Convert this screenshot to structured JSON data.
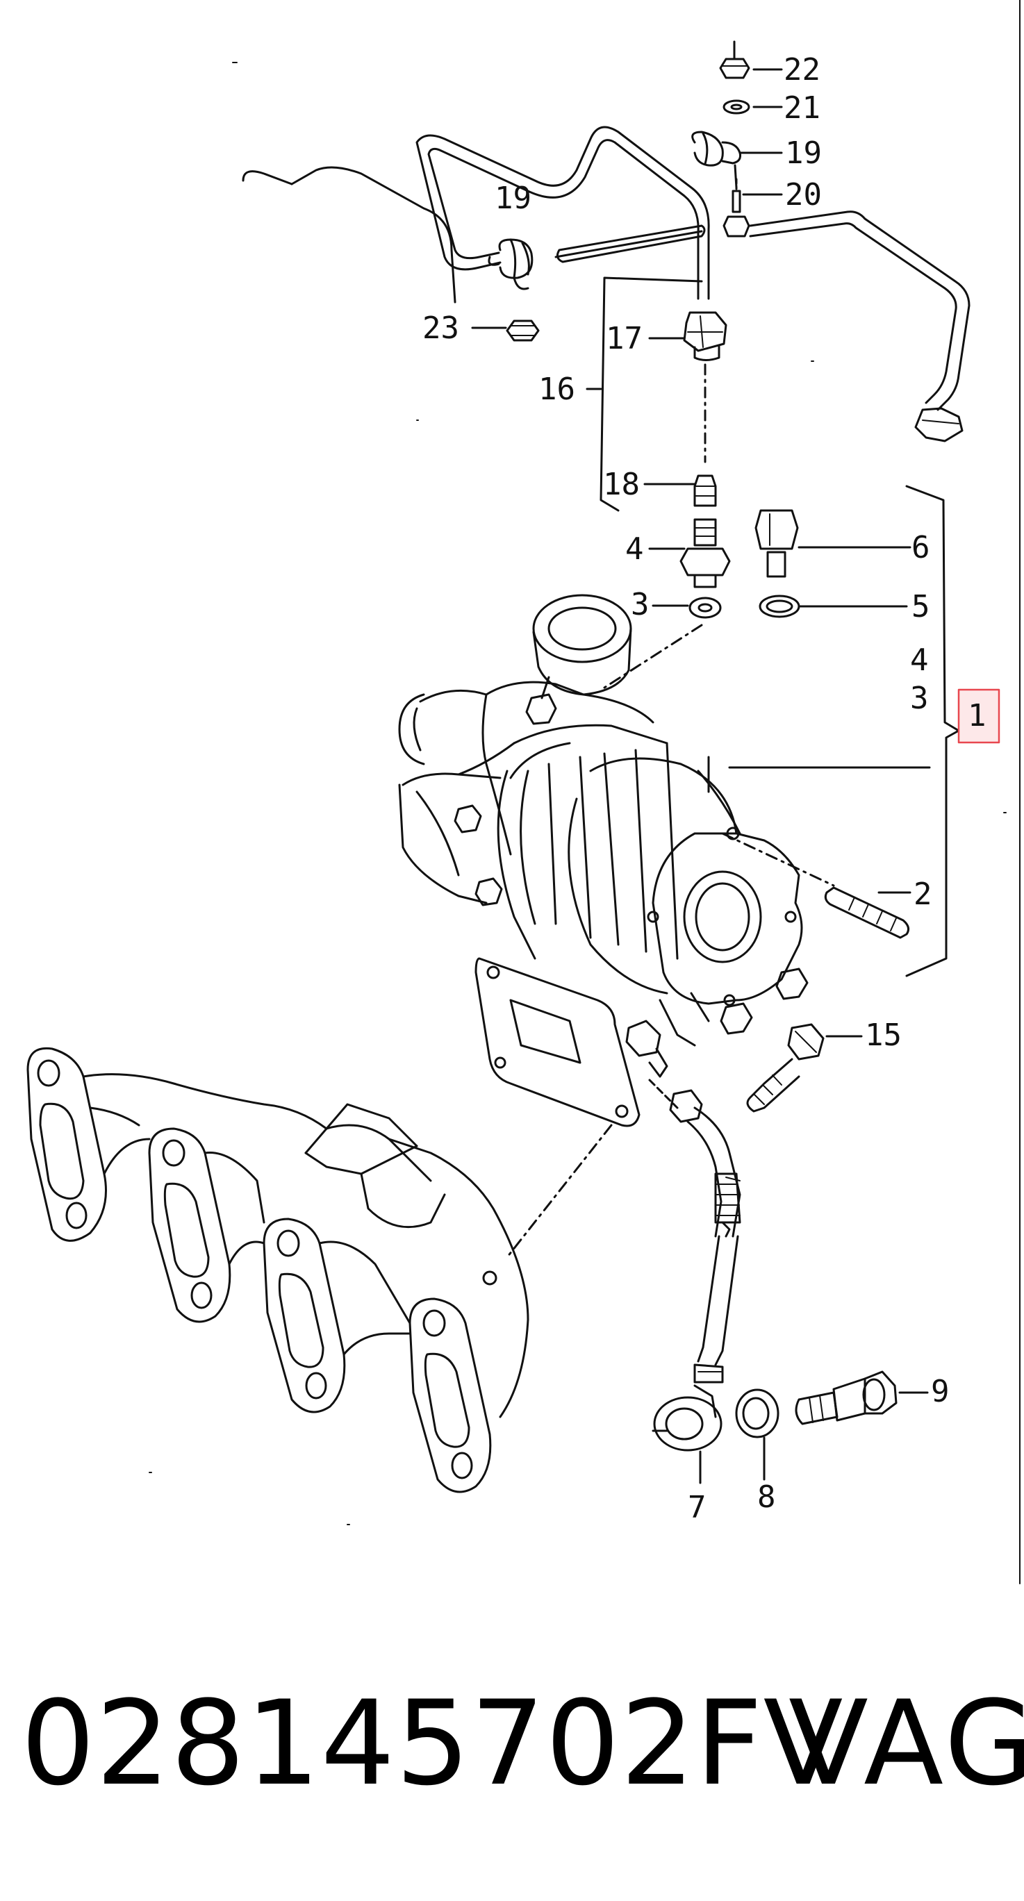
{
  "diagram": {
    "callouts": {
      "c22": "22",
      "c21": "21",
      "c19a": "19",
      "c20": "20",
      "c19b": "19",
      "c23": "23",
      "c17": "17",
      "c16": "16",
      "c18": "18",
      "c4a": "4",
      "c6": "6",
      "c3a": "3",
      "c5": "5",
      "c4b": "4",
      "c3b": "3",
      "c1": "1",
      "c2": "2",
      "c15": "15",
      "c9": "9",
      "c7": "7",
      "c8": "8"
    },
    "highlight_color": "#e8474f"
  },
  "footer": {
    "part_number": "028145702FV",
    "brand": "VAG"
  }
}
